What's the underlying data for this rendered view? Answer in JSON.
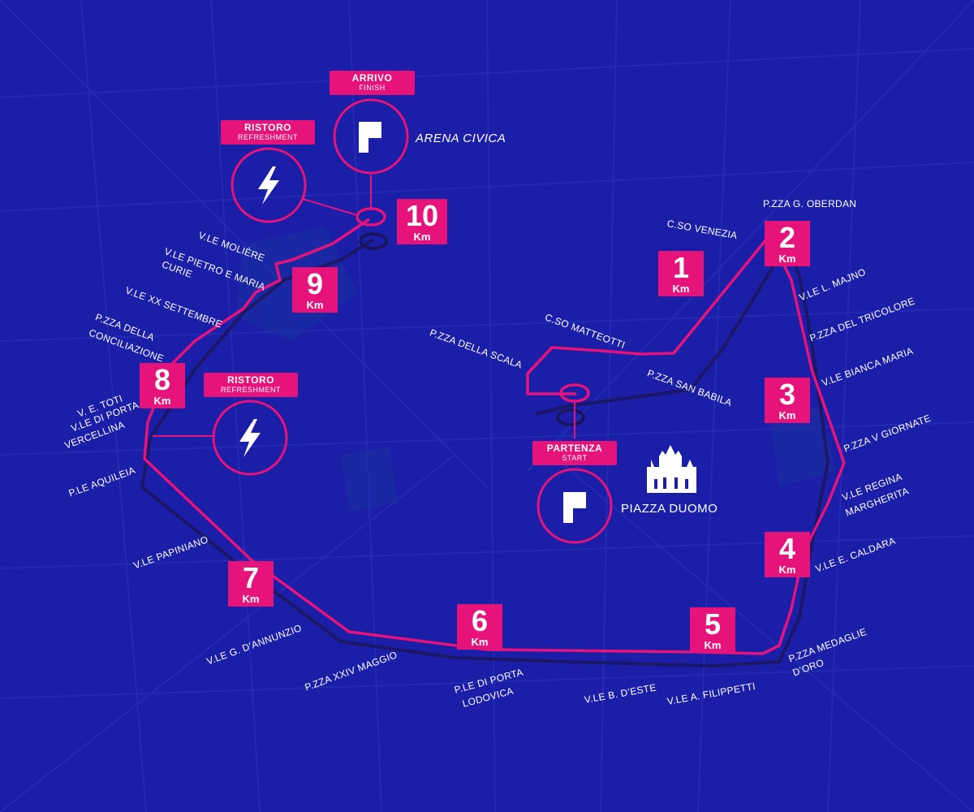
{
  "markers": {
    "km1": {
      "num": "1",
      "unit": "Km"
    },
    "km2": {
      "num": "2",
      "unit": "Km"
    },
    "km3": {
      "num": "3",
      "unit": "Km"
    },
    "km4": {
      "num": "4",
      "unit": "Km"
    },
    "km5": {
      "num": "5",
      "unit": "Km"
    },
    "km6": {
      "num": "6",
      "unit": "Km"
    },
    "km7": {
      "num": "7",
      "unit": "Km"
    },
    "km8": {
      "num": "8",
      "unit": "Km"
    },
    "km9": {
      "num": "9",
      "unit": "Km"
    },
    "km10": {
      "num": "10",
      "unit": "Km"
    }
  },
  "points": {
    "finish": {
      "title": "ARRIVO",
      "subtitle": "FINISH",
      "place": "ARENA CIVICA",
      "icon": "flag-icon"
    },
    "start": {
      "title": "PARTENZA",
      "subtitle": "START",
      "place": "PIAZZA DUOMO",
      "icon": "flag-icon",
      "landmark_icon": "cathedral-icon"
    },
    "refresh1": {
      "title": "RISTORO",
      "subtitle": "REFRESHMENT",
      "icon": "lightning-icon"
    },
    "refresh2": {
      "title": "RISTORO",
      "subtitle": "REFRESHMENT",
      "icon": "lightning-icon"
    }
  },
  "streets": {
    "oberdan": "P.ZZA G. OBERDAN",
    "venezia": "C.SO VENEZIA",
    "majno": "V.LE L. MAJNO",
    "tricolore": "P.ZZA DEL TRICOLORE",
    "bianca_maria": "V.LE BIANCA MARIA",
    "v_giornate": "P.ZZA V GIORNATE",
    "regina_1": "V.LE REGINA",
    "regina_2": "MARGHERITA",
    "caldara": "V.LE E. CALDARA",
    "medaglie_1": "P.ZZA MEDAGLIE",
    "medaglie_2": "D’ORO",
    "filippetti": "V.LE A. FILIPPETTI",
    "b_este": "V.LE B. D’ESTE",
    "lodovica_1": "P.LE DI PORTA",
    "lodovica_2": "LODOVICA",
    "xxiv_maggio": "P.ZZA XXIV MAGGIO",
    "annunzio": "V.LE G. D’ANNUNZIO",
    "papiniano": "V.LE PAPINIANO",
    "aquileia": "P.LE AQUILEIA",
    "vercellina_1": "V.LE DI PORTA",
    "vercellina_2": "VERCELLINA",
    "toti": "V. E. TOTI",
    "conciliazione_1": "P.ZZA DELLA",
    "conciliazione_2": "CONCILIAZIONE",
    "xx_settembre": "V.LE XX SETTEMBRE",
    "curie_1": "V.LE PIETRO E MARIA",
    "curie_2": "CURIE",
    "moliere": "V.LE MOLIÈRE",
    "scala": "P.ZZA DELLA SCALA",
    "matteotti": "C.SO MATTEOTTI",
    "san_babila": "P.ZZA SAN BABILA"
  },
  "colors": {
    "background": "#1b1fa8",
    "route": "#e5137a",
    "text": "#ffffff"
  }
}
